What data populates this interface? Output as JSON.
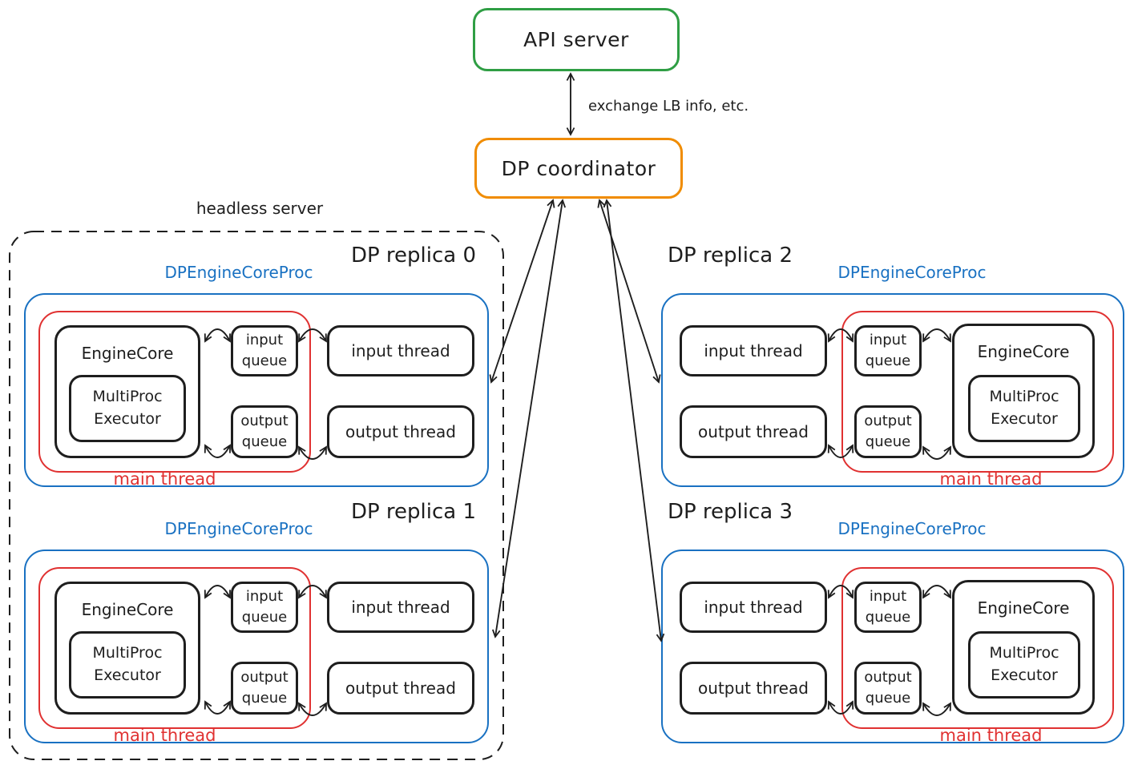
{
  "top": {
    "api_server": "API server",
    "dp_coordinator": "DP coordinator",
    "exchange_note": "exchange LB info, etc.",
    "headless_server": "headless server"
  },
  "shared": {
    "proc_label": "DPEngineCoreProc",
    "main_thread": "main thread",
    "engine_core": "EngineCore",
    "multiproc_executor": "MultiProc\nExecutor",
    "input_queue": "input\nqueue",
    "output_queue": "output\nqueue",
    "input_thread": "input thread",
    "output_thread": "output thread"
  },
  "replicas": [
    {
      "title": "DP replica 0"
    },
    {
      "title": "DP replica 1"
    },
    {
      "title": "DP replica 2"
    },
    {
      "title": "DP replica 3"
    }
  ],
  "colors": {
    "ink": "#1e1e1e",
    "api_server_border": "#2f9e44",
    "coordinator_border": "#f08c00",
    "proc_box_border": "#1971c2",
    "proc_label_text": "#1971c2",
    "main_thread": "#e03131"
  }
}
